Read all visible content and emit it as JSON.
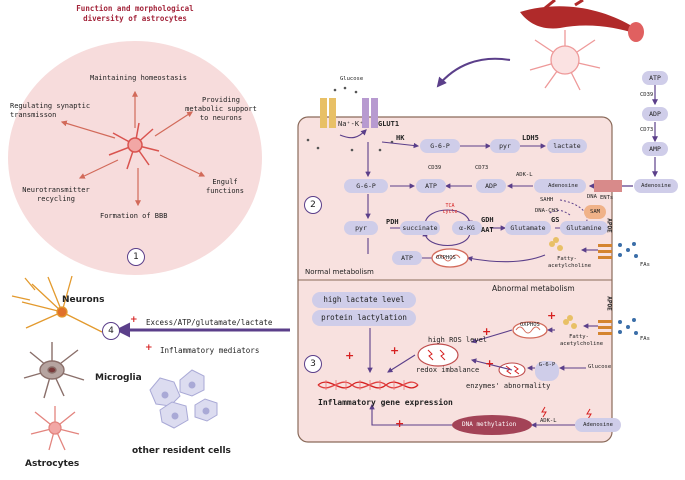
{
  "title": "Function and morphological diversity of astrocytes",
  "functions": {
    "homeostasis": "Maintaining homeostasis",
    "synaptic": "Regulating synaptic transmisson",
    "metabolic": "Providing metabolic support to neurons",
    "engulf": "Engulf functions",
    "neurotransmitter": "Neurotransmitter recycling",
    "bbb": "Formation of BBB"
  },
  "steps": {
    "one": "1",
    "two": "2",
    "three": "3",
    "four": "4"
  },
  "transport": {
    "glucose": "Glucose",
    "nak": "Na⁺-K⁺",
    "glut1": "GLUT1"
  },
  "normal": {
    "hk": "HK",
    "g6p_top": "G-6-P",
    "pyr_top": "pyr",
    "ldh5": "LDH5",
    "lactate": "lactate",
    "g6p": "G-6-P",
    "atp1": "ATP",
    "adp1": "ADP",
    "amp1": "AMP",
    "cd39": "CD39",
    "cd73": "CD73",
    "adkl": "ADK-L",
    "adenosine": "Adenosine",
    "dna": "DNA",
    "sahh": "SAHH",
    "dnach3": "DNA-CH3",
    "sam": "SAM",
    "pyr": "pyr",
    "pdh": "PDH",
    "succinate": "succinate",
    "tca": "TCA cycle",
    "akg": "α-KG",
    "gdh": "GDH",
    "aat": "AAT",
    "glutamate": "Glutamate",
    "gs": "GS",
    "glutamine": "Glutamine",
    "atp2": "ATP",
    "oxphos": "OXPHOS",
    "fatty": "Fatty-acetylcholine",
    "apoe": "APOE",
    "fas": "FAs",
    "label": "Normal metabolism"
  },
  "right_chain": {
    "atp": "ATP",
    "cd39": "CD39",
    "adp": "ADP",
    "cd73": "CD73",
    "amp": "AMP",
    "adenosine": "Adenosine",
    "ents": "ENTs"
  },
  "abnormal": {
    "label": "Abnormal metabolism",
    "lactate": "high lactate level",
    "lactylation": "protein lactylation",
    "ros": "high ROS level",
    "oxphos": "OXPHOS",
    "fatty": "Fatty-acetylcholine",
    "apoe": "APOE",
    "fas": "FAs",
    "redox": "redox imbalance",
    "g6p": "G-6-P",
    "glucose": "Glucose",
    "enzymes": "enzymes' abnormality",
    "gene": "Inflammatory gene expression",
    "dnam": "DNA methylation",
    "adkl": "ADK-L",
    "adenosine": "Adenosine"
  },
  "left": {
    "neurons": "Neurons",
    "microglia": "Microglia",
    "astrocytes": "Astrocytes",
    "others": "other resident cells",
    "excess": "Excess/ATP/glutamate/lactate",
    "mediators": "Inflammatory mediators"
  },
  "colors": {
    "panel": "#f8e1df",
    "pill": "#cfcde9",
    "arrow": "#5b3f8a",
    "red": "#d62020",
    "title": "#a3243a"
  }
}
